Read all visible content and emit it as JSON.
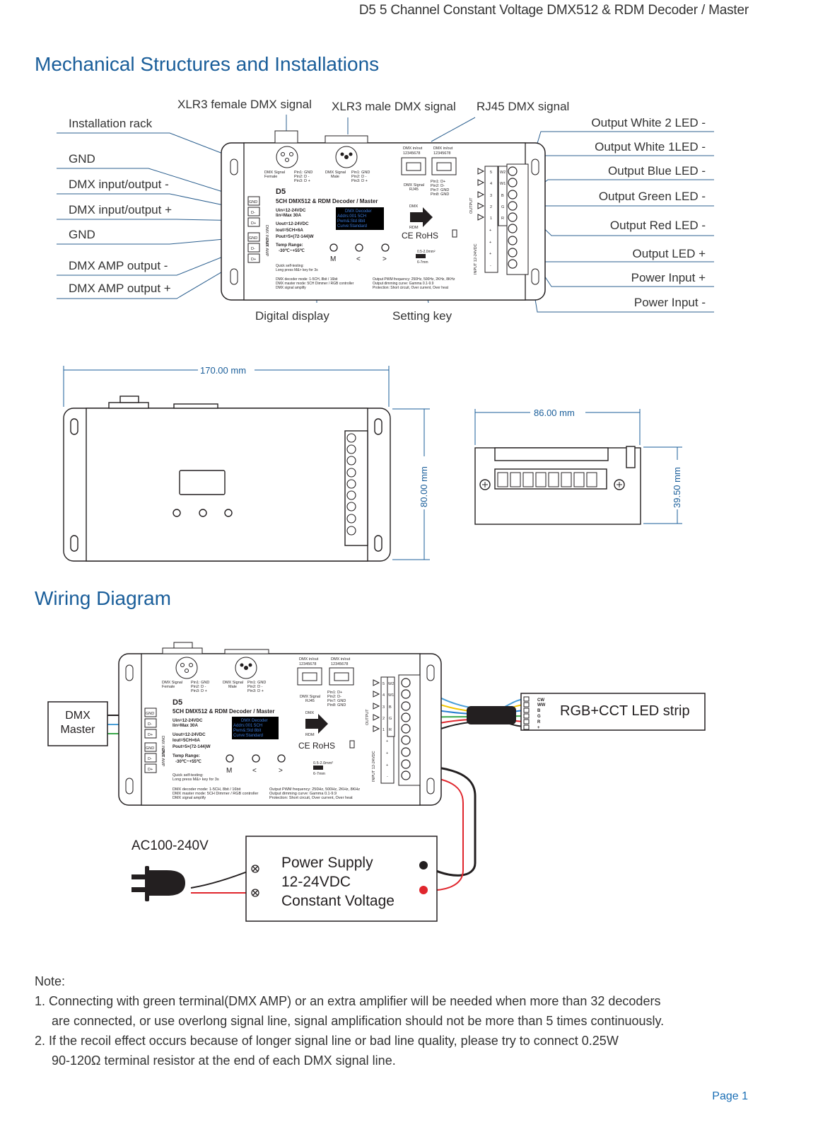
{
  "header": {
    "title": "D5  5 Channel Constant Voltage DMX512 & RDM Decoder / Master"
  },
  "section_mech": {
    "title": "Mechanical Structures and Installations"
  },
  "section_wiring": {
    "title": "Wiring Diagram"
  },
  "callouts_top": {
    "xlr_female": "XLR3 female DMX signal",
    "xlr_male": "XLR3 male DMX signal",
    "rj45": "RJ45 DMX signal"
  },
  "callouts_left": {
    "rack": "Installation rack",
    "gnd1": "GND",
    "dmx_minus": "DMX input/output -",
    "dmx_plus": "DMX input/output +",
    "gnd2": "GND",
    "amp_minus": "DMX AMP output -",
    "amp_plus": "DMX AMP output +"
  },
  "callouts_right": {
    "w2": "Output White 2 LED -",
    "w1": "Output White 1LED -",
    "blue": "Output Blue LED -",
    "green": "Output Green LED -",
    "red": "Output Red LED -",
    "plus": "Output LED +",
    "pwr_plus": "Power Input +",
    "pwr_minus": "Power Input -"
  },
  "callouts_bottom": {
    "display": "Digital display",
    "key": "Setting key"
  },
  "device": {
    "model": "D5",
    "name": "5CH DMX512 & RDM Decoder / Master",
    "specs": [
      "Uin=12-24VDC",
      "Iin=Max 30A",
      "Uout=12-24VDC",
      "Iout=5CH×6A",
      "Pout=5×(72-144)W"
    ],
    "temp_title": "Temp Range:",
    "temp": "-30℃~+55℃",
    "oled": [
      "DMX Decoder",
      "Addrs:001     5CH",
      "Pwm&:Std    8bit",
      "Curve:Standard"
    ],
    "keys": [
      "M",
      "<",
      ">"
    ],
    "quick1": "Quick self-testing:",
    "quick2": "Long press M&> key for 3s",
    "mode1": "DMX decoder mode: 1-5CH, 8bit / 16bit",
    "mode2": "DMX master mode: 5CH Dimmer / RGB controller",
    "mode3": "DMX signal amplify",
    "out1": "Output PWM frequency: 250Hz, 500Hz, 2KHz, 8KHz",
    "out2": "Output dimming curve: Gamma 0.1-9.9",
    "out3": "Protection: Short circuit, Over current, Over heat",
    "ce": "CE RoHS",
    "dmx_label": "DMX",
    "rdm_label": "RDM",
    "xlr_female_text": [
      "DMX Signal",
      "Female"
    ],
    "xlr_male_text": [
      "DMX Signal",
      "Male"
    ],
    "xlr_pins": [
      "Pin1: GND",
      "Pin2: D -",
      "Pin3: D +"
    ],
    "rj45_hdr": "DMX in/out",
    "rj45_pins": "12345678",
    "rj45_sig": [
      "DMX Signal",
      "RJ45"
    ],
    "rj45_pinlist": [
      "Pin1: D+",
      "Pin2: D-",
      "Pin7: GND",
      "Pin8: GND"
    ],
    "dmx_input": "DMX INPUT",
    "dmx_amp": "DMX AMP",
    "term_left": [
      "GND",
      "D-",
      "D+",
      "GND",
      "D-",
      "D+"
    ],
    "term_right": [
      "W2",
      "W1",
      "B",
      "G",
      "R",
      "+",
      "+",
      "+",
      "-"
    ],
    "term_right_num": [
      "5",
      "4",
      "3",
      "2",
      "1"
    ],
    "output_lbl": "OUTPUT",
    "input_lbl": "INPUT 12-24VDC",
    "wire_gauge": "0.5-2.0mm²",
    "strip_len": "6-7mm"
  },
  "dimensions": {
    "length": "170.00 mm",
    "height": "80.00 mm",
    "width": "86.00 mm",
    "depth": "39.50 mm"
  },
  "wiring": {
    "master": [
      "DMX",
      "Master"
    ],
    "strip": "RGB+CCT LED strip",
    "strip_pins": [
      "CW",
      "WW",
      "B",
      "G",
      "R",
      "+"
    ],
    "ac": "AC100-240V",
    "psu": [
      "Power Supply",
      "12-24VDC",
      "Constant Voltage"
    ]
  },
  "notes": {
    "title": "Note:",
    "n1a": "1. Connecting with green terminal(DMX AMP)  or an extra amplifier will be needed when more than 32 decoders",
    "n1b": "are connected, or use overlong signal line, signal amplification should not be more than 5 times continuously.",
    "n2a": "2. If the recoil effect occurs because of longer signal line or bad line quality, please try to connect 0.25W",
    "n2b": "90-120Ω terminal resistor at the end of each DMX signal line."
  },
  "footer": {
    "page": "Page 1"
  },
  "colors": {
    "accent": "#1a5e9a",
    "wire_blue": "#4a9fd8",
    "wire_green": "#3aa84a",
    "wire_red": "#e0262d",
    "wire_yellow": "#f2c500"
  }
}
